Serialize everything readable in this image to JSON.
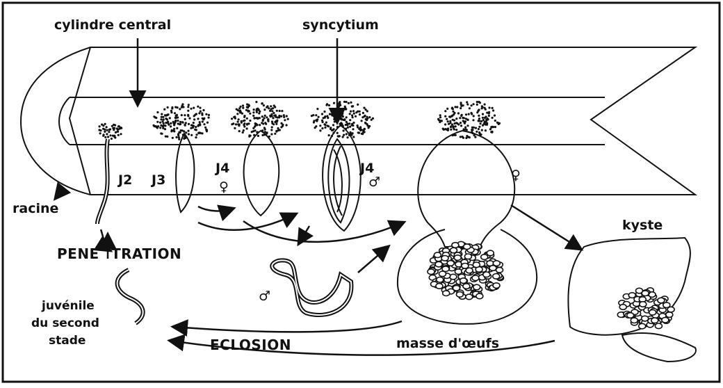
{
  "labels": {
    "cylindre_central": "cylindre central",
    "syncytium": "syncytium",
    "racine": "racine",
    "penetration": "PENE",
    "penetration_2": "TRATION",
    "juvenile_1": "juvénile",
    "juvenile_2": "du second",
    "juvenile_3": "stade",
    "eclosion": "ECLOSION",
    "masse_oeufs": "masse d'œufs",
    "kyste": "kyste"
  },
  "stages": {
    "j2": "J2",
    "j3": "J3",
    "j4_female": "J4",
    "j4_male": "J4",
    "female_symbol": "♀",
    "male_symbol": "♂"
  },
  "colors": {
    "ink": "#111111",
    "paper": "#ffffff"
  }
}
